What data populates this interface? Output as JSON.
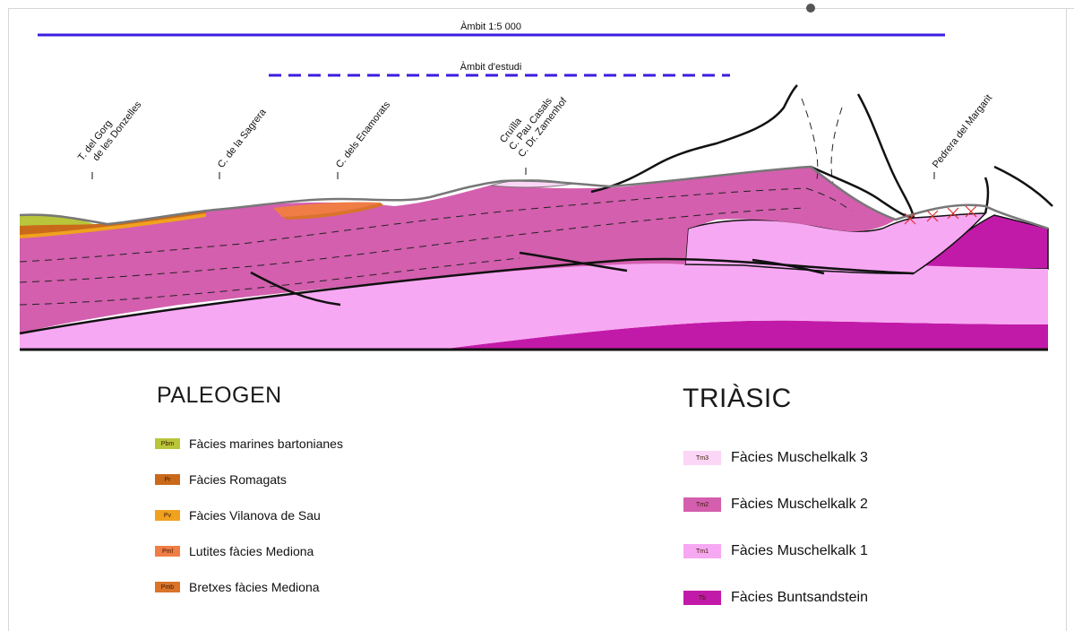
{
  "scale_labels": {
    "scope_1_5000": "Àmbit 1:5 000",
    "study_scope": "Àmbit d'estudi"
  },
  "place_labels": [
    "T. del Gorg\nde les Donzelles",
    "C. de la Sagrera",
    "C. dels Enamorats",
    "Cruïlla\nC. Pau Casals\nC. Dr. Zamenhof",
    "Pedrera del Margarit"
  ],
  "legend_paleogen": {
    "title": "PALEOGEN",
    "items": [
      {
        "code": "Pbm",
        "label": "Fàcies marines bartonianes",
        "color": "#b9c53a"
      },
      {
        "code": "Pr",
        "label": "Fàcies Romagats",
        "color": "#c96a1b"
      },
      {
        "code": "Pv",
        "label": "Fàcies Vilanova de Sau",
        "color": "#f0a21e"
      },
      {
        "code": "Pml",
        "label": "Lutites fàcies Mediona",
        "color": "#f07d45"
      },
      {
        "code": "Pmb",
        "label": "Bretxes fàcies Mediona",
        "color": "#d9742a"
      }
    ]
  },
  "legend_triassic": {
    "title": "TRIÀSIC",
    "items": [
      {
        "code": "Tm3",
        "label": "Fàcies Muschelkalk 3",
        "color": "#fbd6f6"
      },
      {
        "code": "Tm2",
        "label": "Fàcies Muschelkalk 2",
        "color": "#d35fae"
      },
      {
        "code": "Tm1",
        "label": "Fàcies Muschelkalk 1",
        "color": "#f7a8f3"
      },
      {
        "code": "Tb",
        "label": "Fàcies Buntsandstein",
        "color": "#c21aa8"
      }
    ]
  },
  "colors": {
    "scope_line": "#3a1ee0",
    "outline": "#111111",
    "surface_line": "#777777"
  }
}
